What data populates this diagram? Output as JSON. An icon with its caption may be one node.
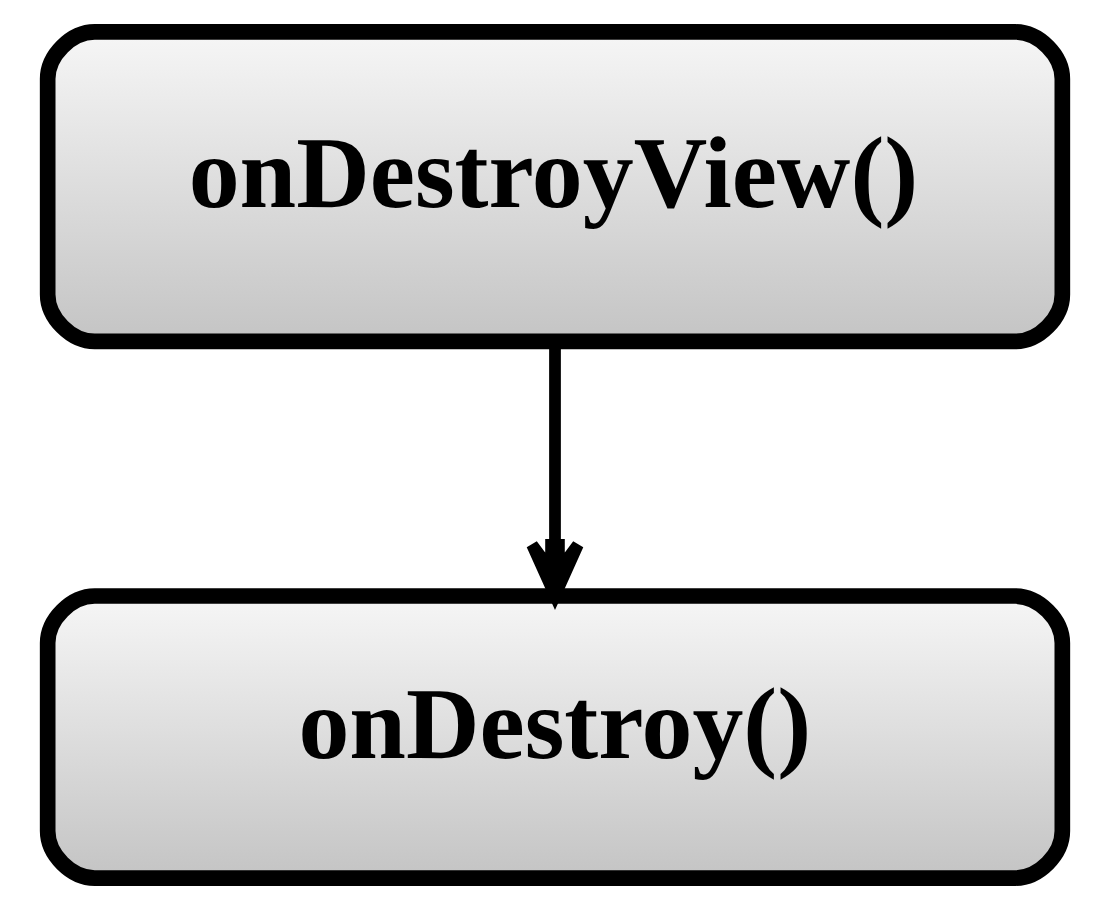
{
  "diagram": {
    "nodes": [
      {
        "text": [
          "onDestroyView()"
        ]
      },
      {
        "text": [
          "onDestroy()"
        ]
      }
    ],
    "edges": [
      {
        "from": 0,
        "to": 1,
        "arrow": "to"
      }
    ]
  }
}
